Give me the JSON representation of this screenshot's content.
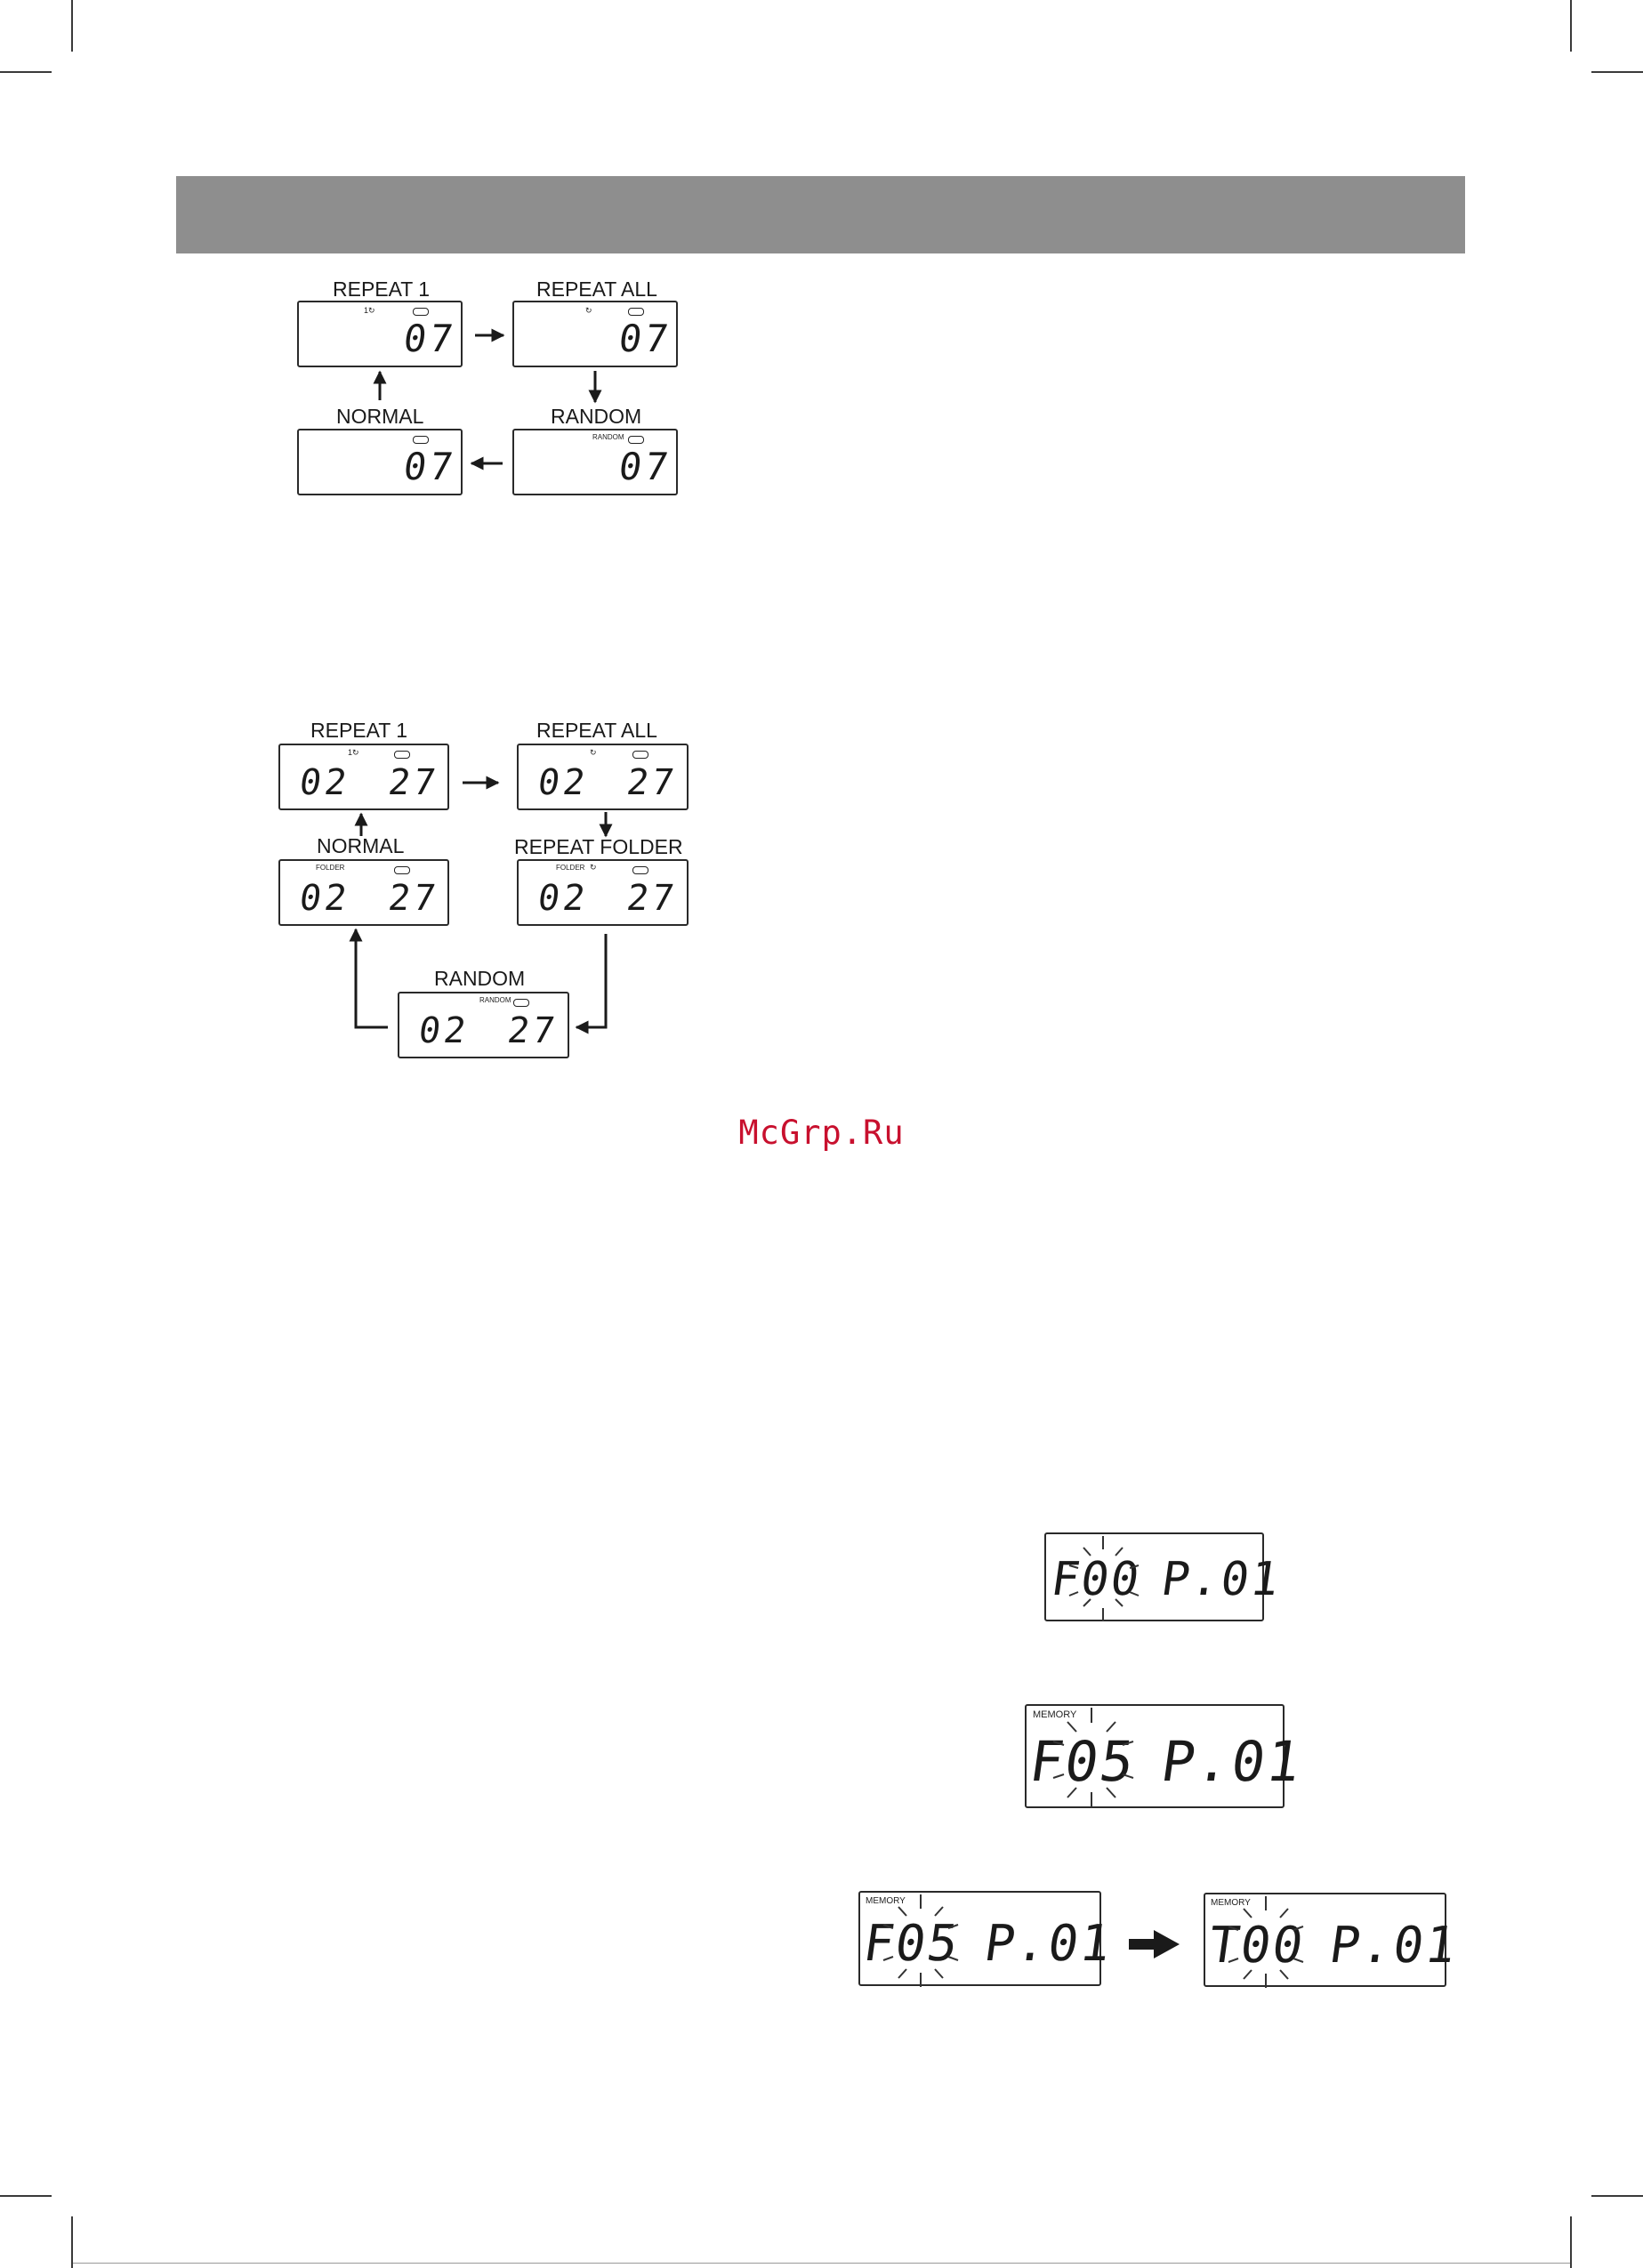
{
  "watermark": "McGrp.Ru",
  "diagram1": {
    "repeat1": {
      "label": "REPEAT 1",
      "digits": "07",
      "icon": "repeat-one-icon"
    },
    "repeat_all": {
      "label": "REPEAT ALL",
      "digits": "07",
      "icon": "repeat-icon"
    },
    "normal": {
      "label": "NORMAL",
      "digits": "07"
    },
    "random": {
      "label": "RANDOM",
      "digits": "07",
      "indicator": "RANDOM"
    }
  },
  "diagram2": {
    "repeat1": {
      "label": "REPEAT 1",
      "left_digits": "02",
      "right_digits": "27",
      "icon": "repeat-one-icon"
    },
    "repeat_all": {
      "label": "REPEAT ALL",
      "left_digits": "02",
      "right_digits": "27",
      "icon": "repeat-icon"
    },
    "normal": {
      "label": "NORMAL",
      "left_digits": "02",
      "right_digits": "27",
      "indicator": "FOLDER"
    },
    "repeat_folder": {
      "label": "REPEAT FOLDER",
      "left_digits": "02",
      "right_digits": "27",
      "indicator": "FOLDER",
      "icon": "repeat-icon"
    },
    "random": {
      "label": "RANDOM",
      "left_digits": "02",
      "right_digits": "27",
      "indicator": "RANDOM"
    }
  },
  "program": {
    "step1": {
      "left": "F00",
      "right": "P.01"
    },
    "step2": {
      "indicator": "MEMORY",
      "left": "F05",
      "right": "P.01"
    },
    "step3a": {
      "indicator": "MEMORY",
      "left": "F05",
      "right": "P.01"
    },
    "step3b": {
      "indicator": "MEMORY",
      "left": "T00",
      "right": "P.01"
    }
  }
}
